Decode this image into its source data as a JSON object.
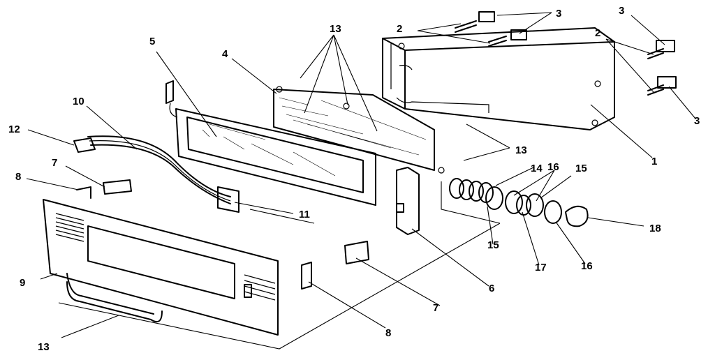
{
  "diagram": {
    "callouts": [
      "1",
      "2",
      "2",
      "3",
      "3",
      "3",
      "4",
      "5",
      "6",
      "7",
      "7",
      "8",
      "8",
      "9",
      "10",
      "11",
      "12",
      "13",
      "13",
      "13",
      "14",
      "15",
      "15",
      "16",
      "16",
      "17",
      "18"
    ]
  }
}
